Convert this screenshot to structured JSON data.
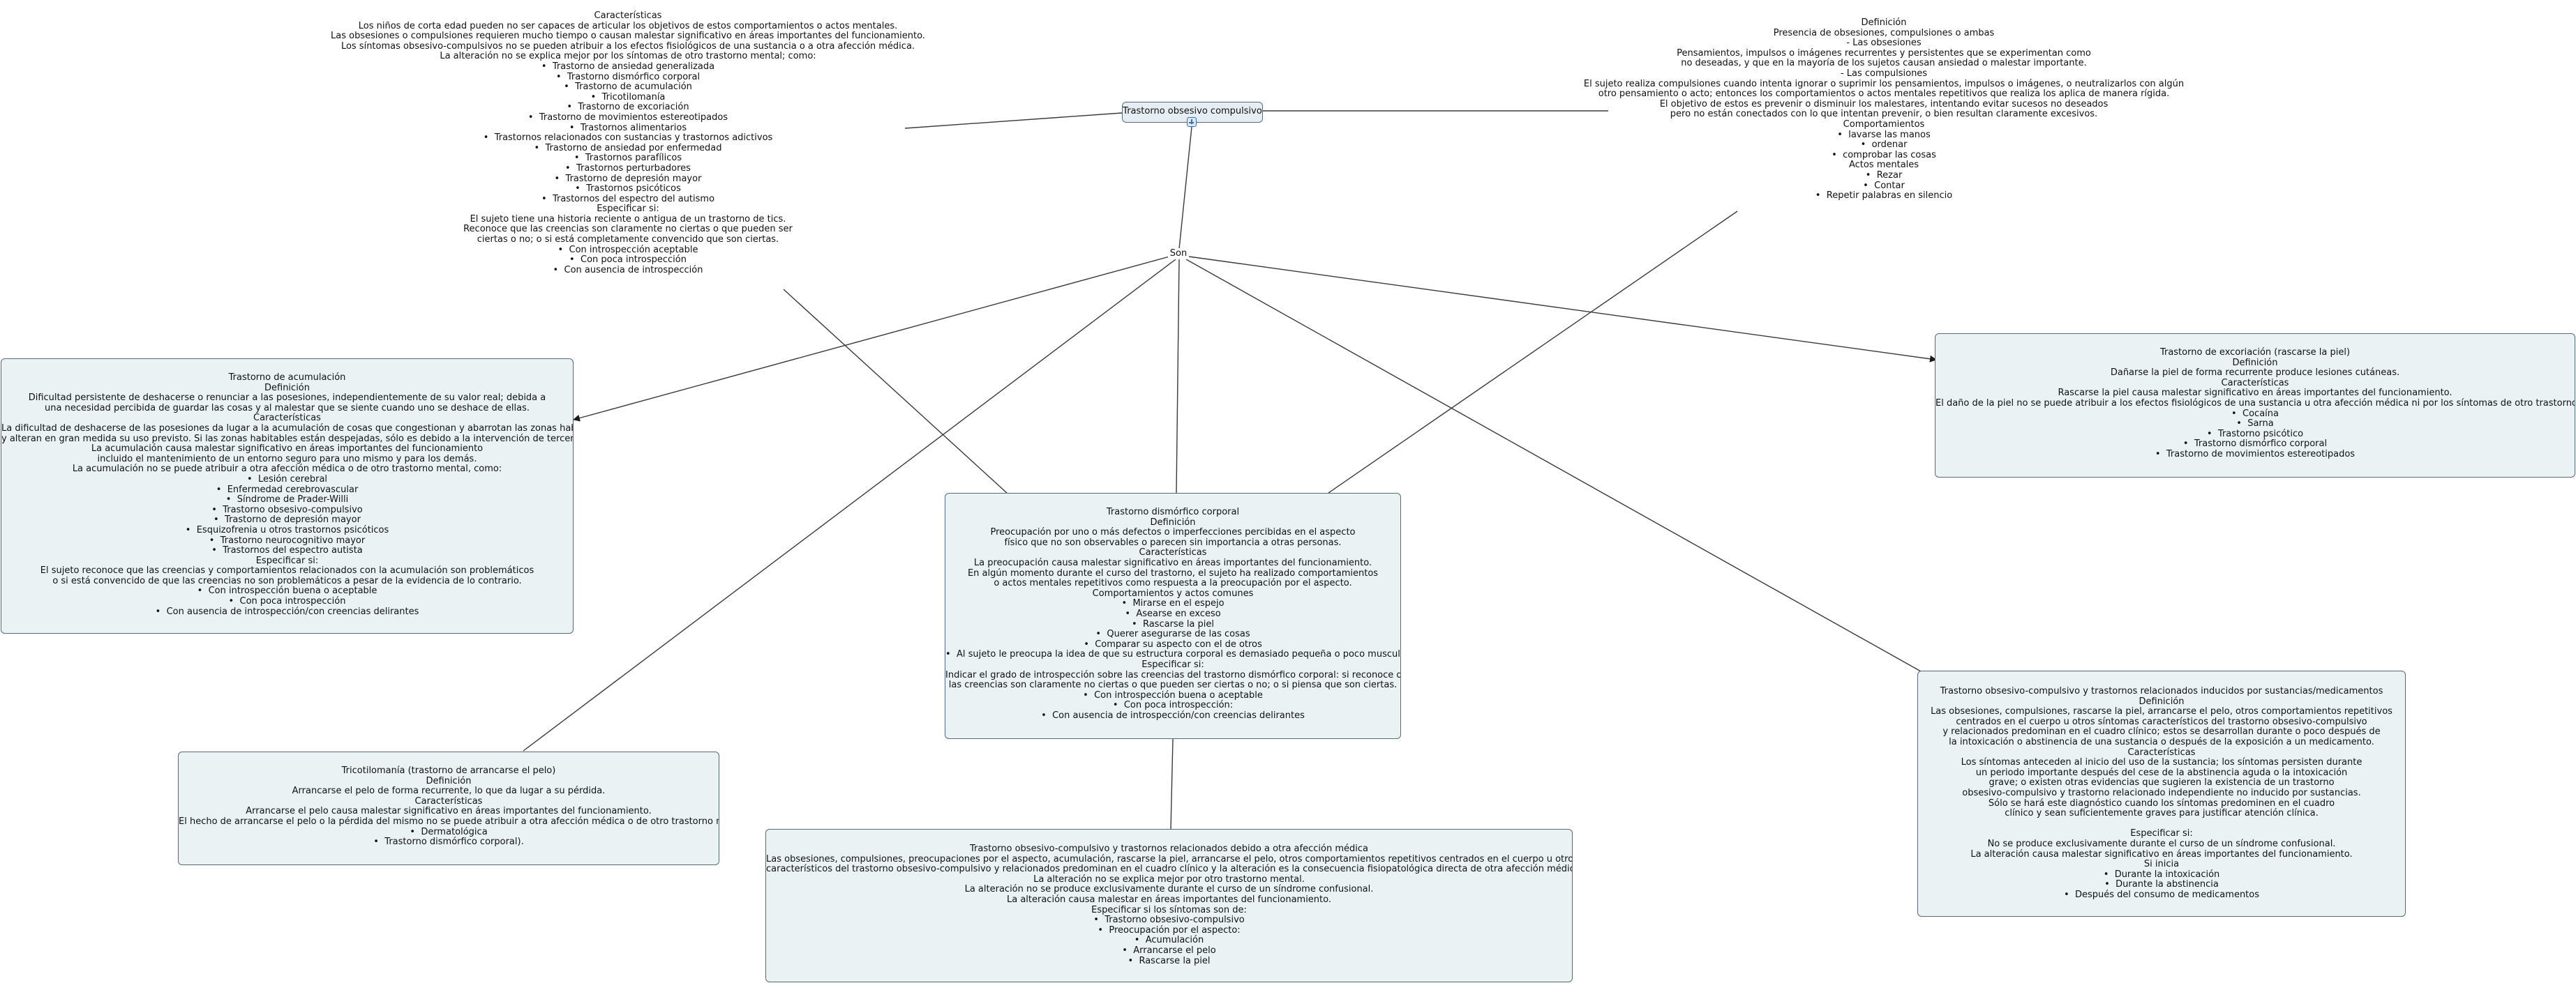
{
  "root": {
    "title": "Trastorno obsesivo compulsivo"
  },
  "link_label": "Son",
  "caracteristicas_text": [
    {
      "t": "Características"
    },
    {
      "t": "Los niños de corta edad pueden no ser capaces de articular los objetivos de estos comportamientos o actos mentales."
    },
    {
      "t": "Las obsesiones o compulsiones requieren mucho tiempo o causan malestar significativo en áreas importantes del funcionamiento."
    },
    {
      "t": "Los síntomas obsesivo-compulsivos no se pueden atribuir a los efectos fisiológicos de una sustancia o a otra afección médica."
    },
    {
      "t": "La alteración no se explica mejor por los síntomas de otro trastorno mental; como:"
    },
    {
      "t": "Trastorno de ansiedad generalizada",
      "b": true
    },
    {
      "t": "Trastorno dismórfico corporal",
      "b": true
    },
    {
      "t": "Trastorno de acumulación",
      "b": true
    },
    {
      "t": "Tricotilomanía",
      "b": true
    },
    {
      "t": "Trastorno de excoriación",
      "b": true
    },
    {
      "t": "Trastorno de movimientos estereotipados",
      "b": true
    },
    {
      "t": "Trastornos alimentarios",
      "b": true
    },
    {
      "t": "Trastornos relacionados con sustancias y trastornos adictivos",
      "b": true
    },
    {
      "t": "Trastorno de ansiedad por enfermedad",
      "b": true
    },
    {
      "t": "Trastornos parafílicos",
      "b": true
    },
    {
      "t": "Trastornos perturbadores",
      "b": true
    },
    {
      "t": "Trastorno de depresión mayor",
      "b": true
    },
    {
      "t": "Trastornos psicóticos",
      "b": true
    },
    {
      "t": "Trastornos del espectro del autismo",
      "b": true
    },
    {
      "t": "Especificar si:"
    },
    {
      "t": "El sujeto tiene una historia reciente o antigua de un trastorno de tics."
    },
    {
      "t": "Reconoce que las creencias son claramente no ciertas o que pueden ser"
    },
    {
      "t": "ciertas o no; o si está completamente convencido que son ciertas."
    },
    {
      "t": "Con introspección aceptable",
      "b": true
    },
    {
      "t": "Con poca introspección",
      "b": true
    },
    {
      "t": "Con ausencia de introspección",
      "b": true
    }
  ],
  "definicion_text": [
    {
      "t": "Definición"
    },
    {
      "t": "Presencia de obsesiones, compulsiones o ambas"
    },
    {
      "t": "- Las obsesiones"
    },
    {
      "t": "Pensamientos, impulsos o imágenes recurrentes y persistentes que se experimentan como"
    },
    {
      "t": "no deseadas, y que en la mayoría de los sujetos causan ansiedad o malestar importante."
    },
    {
      "t": "- Las compulsiones"
    },
    {
      "t": "El sujeto realiza compulsiones cuando intenta ignorar o suprimir los pensamientos, impulsos o imágenes, o neutralizarlos con algún"
    },
    {
      "t": "otro pensamiento o acto; entonces los comportamientos  o actos mentales repetitivos que realiza los aplica de manera rígida."
    },
    {
      "t": "El objetivo de estos es prevenir o disminuir los malestares, intentando evitar sucesos no deseados"
    },
    {
      "t": "pero no están conectados con lo que intentan prevenir, o bien resultan claramente excesivos."
    },
    {
      "t": "Comportamientos"
    },
    {
      "t": "lavarse las manos",
      "b": true
    },
    {
      "t": "ordenar",
      "b": true
    },
    {
      "t": "comprobar las cosas",
      "b": true
    },
    {
      "t": "Actos mentales"
    },
    {
      "t": "Rezar",
      "b": true
    },
    {
      "t": "Contar",
      "b": true
    },
    {
      "t": "Repetir palabras en silencio",
      "b": true
    }
  ],
  "nodes": {
    "acumulacion": [
      {
        "t": "Trastorno de acumulación"
      },
      {
        "t": "Definición"
      },
      {
        "t": "Dificultad persistente de deshacerse o renunciar a las posesiones, independientemente de su valor real; debida a"
      },
      {
        "t": "una necesidad percibida de guardar las cosas y al malestar que se siente cuando uno se deshace de ellas."
      },
      {
        "t": "Características"
      },
      {
        "t": "La dificultad de deshacerse de las posesiones da lugar a la acumulación de cosas que congestionan y abarrotan las zonas habitables"
      },
      {
        "t": "y alteran en gran medida su uso previsto. Si las zonas habitables están despejadas, sólo es debido a la intervención de terceros."
      },
      {
        "t": "La acumulación causa malestar significativo en  áreas importantes del funcionamiento"
      },
      {
        "t": "incluido el mantenimiento de un entorno seguro para uno mismo y para los demás."
      },
      {
        "t": "La acumulación no se puede atribuir a otra afección médica o de otro trastorno mental, como:"
      },
      {
        "t": "Lesión cerebral",
        "b": true
      },
      {
        "t": "Enfermedad cerebrovascular",
        "b": true
      },
      {
        "t": "Síndrome de Prader-Willi",
        "b": true
      },
      {
        "t": "Trastorno obsesivo-compulsivo",
        "b": true
      },
      {
        "t": "Trastorno de depresión mayor",
        "b": true
      },
      {
        "t": "Esquizofrenia u otros trastornos psicóticos",
        "b": true
      },
      {
        "t": "Trastorno neurocognitivo mayor",
        "b": true
      },
      {
        "t": "Trastornos del espectro autista",
        "b": true
      },
      {
        "t": "Especificar si:"
      },
      {
        "t": "El sujeto reconoce que las creencias y comportamientos relacionados con la acumulación  son problemáticos"
      },
      {
        "t": "o si está convencido de que las creencias no son problemáticos a pesar de la evidencia de lo contrario."
      },
      {
        "t": "Con introspección buena o aceptable",
        "b": true
      },
      {
        "t": "Con poca introspección",
        "b": true
      },
      {
        "t": "Con ausencia de introspección/con creencias delirantes",
        "b": true
      }
    ],
    "excoriacion": [
      {
        "t": "Trastorno de excoriación (rascarse la piel)"
      },
      {
        "t": "Definición"
      },
      {
        "t": "Dañarse la piel de forma recurrente produce lesiones cutáneas."
      },
      {
        "t": "Características"
      },
      {
        "t": "Rascarse la piel causa malestar significativo en áreas importantes del funcionamiento."
      },
      {
        "t": "El daño de la piel no se puede atribuir a los efectos fisiológicos de una sustancia u otra afección médica ni por los síntomas de otro trastorno mental"
      },
      {
        "t": "Cocaína",
        "b": true
      },
      {
        "t": "Sarna",
        "b": true
      },
      {
        "t": "Trastorno psicótico",
        "b": true
      },
      {
        "t": "Trastorno dismórfico corporal",
        "b": true
      },
      {
        "t": "Trastorno de movimientos estereotipados",
        "b": true
      }
    ],
    "dismorfico": [
      {
        "t": "Trastorno dismórfico corporal"
      },
      {
        "t": "Definición"
      },
      {
        "t": "Preocupación por uno o más defectos o imperfecciones percibidas en el aspecto"
      },
      {
        "t": "físico que no son observables o parecen sin importancia a otras personas."
      },
      {
        "t": "Características"
      },
      {
        "t": "La preocupación causa malestar significativo en áreas importantes del funcionamiento."
      },
      {
        "t": "En algún momento durante el curso del trastorno, el sujeto ha realizado comportamientos"
      },
      {
        "t": "o actos mentales repetitivos como respuesta a la preocupación por el aspecto."
      },
      {
        "t": "Comportamientos y actos comunes"
      },
      {
        "t": "Mirarse en el espejo",
        "b": true
      },
      {
        "t": "Asearse en exceso",
        "b": true
      },
      {
        "t": "Rascarse la piel",
        "b": true
      },
      {
        "t": "Querer asegurarse de las cosas",
        "b": true
      },
      {
        "t": "Comparar su aspecto con el de otros",
        "b": true
      },
      {
        "t": "Al sujeto le preocupa la idea de que su estructura corporal es demasiado pequeña o poco musculosa.",
        "b": true
      },
      {
        "t": "Especificar si:"
      },
      {
        "t": "Indicar el grado de introspección sobre las creencias del trastorno dismórfico corporal: si reconoce que"
      },
      {
        "t": "las creencias son claramente no ciertas o que pueden ser ciertas o no; o si piensa que son ciertas."
      },
      {
        "t": "Con introspección buena o aceptable",
        "b": true
      },
      {
        "t": "Con poca introspección:",
        "b": true
      },
      {
        "t": "Con ausencia de introspección/con creencias delirantes",
        "b": true
      }
    ],
    "sustancias": [
      {
        "t": "Trastorno obsesivo-compulsivo y trastornos relacionados inducidos por sustancias/medicamentos"
      },
      {
        "t": "Definición"
      },
      {
        "t": "Las obsesiones, compulsiones, rascarse la piel, arrancarse el pelo, otros comportamientos repetitivos"
      },
      {
        "t": "centrados en el cuerpo u otros síntomas característicos del trastorno obsesivo-compulsivo"
      },
      {
        "t": "y relacionados predominan en el cuadro clínico; estos se desarrollan durante o poco después de"
      },
      {
        "t": "la intoxicación o abstinencia de una sustancia o después de la exposición a un medicamento."
      },
      {
        "t": "Características"
      },
      {
        "t": "Los síntomas anteceden al inicio del uso de la sustancia; los síntomas persisten durante"
      },
      {
        "t": "un periodo importante después del cese  de la abstinencia aguda o la intoxicación"
      },
      {
        "t": "grave; o existen otras evidencias que sugieren la existencia de un trastorno"
      },
      {
        "t": "obsesivo-compulsivo y trastorno relacionado independiente no inducido por sustancias."
      },
      {
        "t": "Sólo se hará este diagnóstico cuando los síntomas predominen en el cuadro"
      },
      {
        "t": "clínico y sean suficientemente graves para justificar atención clínica."
      },
      {
        "t": ""
      },
      {
        "t": "Especificar si:"
      },
      {
        "t": "No se produce exclusivamente durante el curso de un síndrome confusional."
      },
      {
        "t": "La alteración causa malestar significativo en áreas importantes del funcionamiento."
      },
      {
        "t": "Si inicia"
      },
      {
        "t": "Durante la intoxicación",
        "b": true
      },
      {
        "t": "Durante la abstinencia",
        "b": true
      },
      {
        "t": "Después del consumo de medicamentos",
        "b": true
      }
    ],
    "tricotilomania": [
      {
        "t": "Tricotilomanía (trastorno de arrancarse el pelo)"
      },
      {
        "t": "Definición"
      },
      {
        "t": "Arrancarse el pelo de forma recurrente, lo que da lugar a su pérdida."
      },
      {
        "t": "Características"
      },
      {
        "t": "Arrancarse el pelo causa malestar significativo en áreas importantes del funcionamiento."
      },
      {
        "t": "El hecho de arrancarse el pelo o la pérdida del mismo no se puede atribuir a otra afección médica o de otro trastorno mental"
      },
      {
        "t": "Dermatológica",
        "b": true
      },
      {
        "t": "Trastorno dismórfico corporal).",
        "b": true
      }
    ],
    "afeccion_medica": [
      {
        "t": "Trastorno obsesivo-compulsivo y trastornos relacionados debido a otra afección médica"
      },
      {
        "t": "Las obsesiones, compulsiones, preocupaciones por el aspecto, acumulación, rascarse la piel, arrancarse el pelo, otros comportamientos repetitivos centrados en el cuerpo u otros síntomas"
      },
      {
        "t": "característicos del trastorno obsesivo-compulsivo y relacionados predominan en el cuadro clínico y la alteración es la consecuencia fisiopatológica directa de otra afección médica."
      },
      {
        "t": "La alteración no se explica mejor por otro trastorno mental."
      },
      {
        "t": "La alteración no se produce exclusivamente durante el curso de un síndrome confusional."
      },
      {
        "t": "La alteración causa malestar en áreas importantes del funcionamiento."
      },
      {
        "t": "Especificar si los síntomas son de:"
      },
      {
        "t": "Trastorno obsesivo-compulsivo",
        "b": true
      },
      {
        "t": "Preocupación por el aspecto:",
        "b": true
      },
      {
        "t": "Acumulación",
        "b": true
      },
      {
        "t": "Arrancarse el pelo",
        "b": true
      },
      {
        "t": "Rascarse la piel",
        "b": true
      }
    ]
  }
}
